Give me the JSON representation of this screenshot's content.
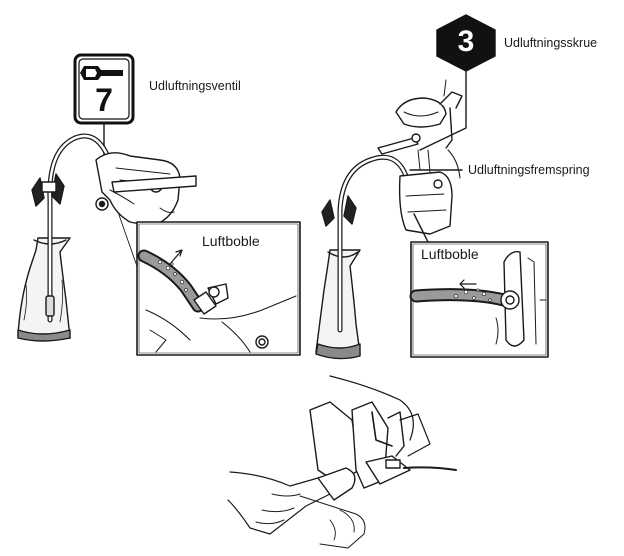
{
  "labels": {
    "bleed_valve": "Udluftningsventil",
    "bleed_screw": "Udluftningsskrue",
    "bleed_protrusion": "Udluftningsfremspring",
    "air_bubble_left": "Luftboble",
    "air_bubble_right": "Luftboble"
  },
  "badges": {
    "wrench_size": "7",
    "hex_key_size": "3"
  },
  "colors": {
    "line": "#1a1a1a",
    "fluid": "#8a8a8a",
    "bag_fill": "#f4f4f4",
    "badge_fill": "#111111"
  },
  "icons": {
    "wrench_badge": "wrench-icon",
    "hex_badge": "hex-key-icon",
    "bubble_arrow": "arrow-icon"
  }
}
